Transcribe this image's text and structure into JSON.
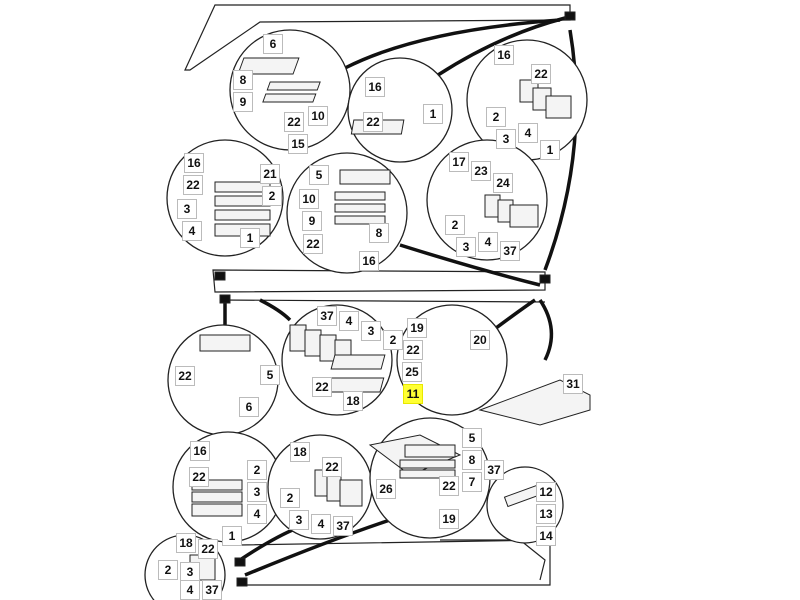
{
  "title": "Parts diagram",
  "highlight_color": "#ffff33",
  "callouts": [
    "6",
    "8",
    "9",
    "22",
    "10",
    "15",
    "16",
    "22",
    "1",
    "16",
    "22",
    "2",
    "3",
    "4",
    "1",
    "16",
    "22",
    "21",
    "2",
    "3",
    "4",
    "1",
    "5",
    "10",
    "9",
    "8",
    "22",
    "16",
    "17",
    "23",
    "24",
    "2",
    "3",
    "4",
    "37",
    "37",
    "4",
    "3",
    "2",
    "22",
    "18",
    "22",
    "5",
    "6",
    "19",
    "20",
    "22",
    "25",
    "11",
    "31",
    "16",
    "22",
    "2",
    "3",
    "4",
    "1",
    "18",
    "22",
    "2",
    "3",
    "4",
    "37",
    "5",
    "8",
    "37",
    "7",
    "26",
    "22",
    "19",
    "12",
    "13",
    "14",
    "18",
    "22",
    "2",
    "3",
    "4",
    "37"
  ],
  "highlighted_callout": "11"
}
